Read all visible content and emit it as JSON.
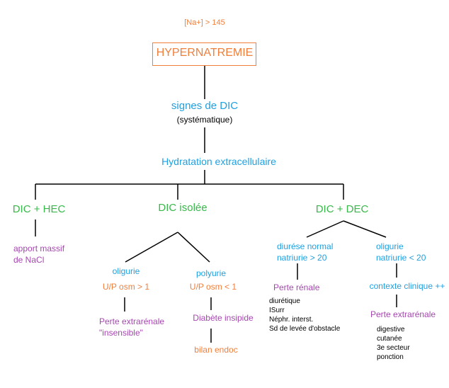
{
  "root": {
    "condition": "[Na+] > 145",
    "title": "HYPERNATREMIE",
    "signs": "signes de DIC",
    "signs_note": "(systématique)",
    "hydration": "Hydratation extracellulaire"
  },
  "branches": {
    "hec": {
      "label": "DIC + HEC",
      "cause_lines": [
        "apport massif",
        "de NaCl"
      ]
    },
    "isolated": {
      "label": "DIC isolée",
      "oliguria": {
        "label": "oligurie",
        "ratio": "U/P osm > 1",
        "result_lines": [
          "Perte extrarénale",
          "\"insensible\""
        ]
      },
      "polyuria": {
        "label": "polyurie",
        "ratio": "U/P osm < 1",
        "result": "Diabète insipide",
        "followup": "bilan endoc"
      }
    },
    "dec": {
      "label": "DIC + DEC",
      "normal": {
        "label_lines": [
          "diurése normal",
          "natriurie > 20"
        ],
        "result": "Perte rénale",
        "causes": [
          "diurétique",
          "ISurr",
          "Néphr. interst.",
          "Sd de levée d'obstacle"
        ]
      },
      "oliguria": {
        "label_lines": [
          "oligurie",
          "natriurie < 20"
        ],
        "context": "contexte clinique ++",
        "result": "Perte extrarénale",
        "causes": [
          "digestive",
          "cutanée",
          "3e secteur",
          "ponction"
        ]
      }
    }
  },
  "colors": {
    "orange": "#f07f3c",
    "blue": "#1ea0e0",
    "green": "#38b84a",
    "purple": "#a646b0",
    "line": "#000000"
  }
}
